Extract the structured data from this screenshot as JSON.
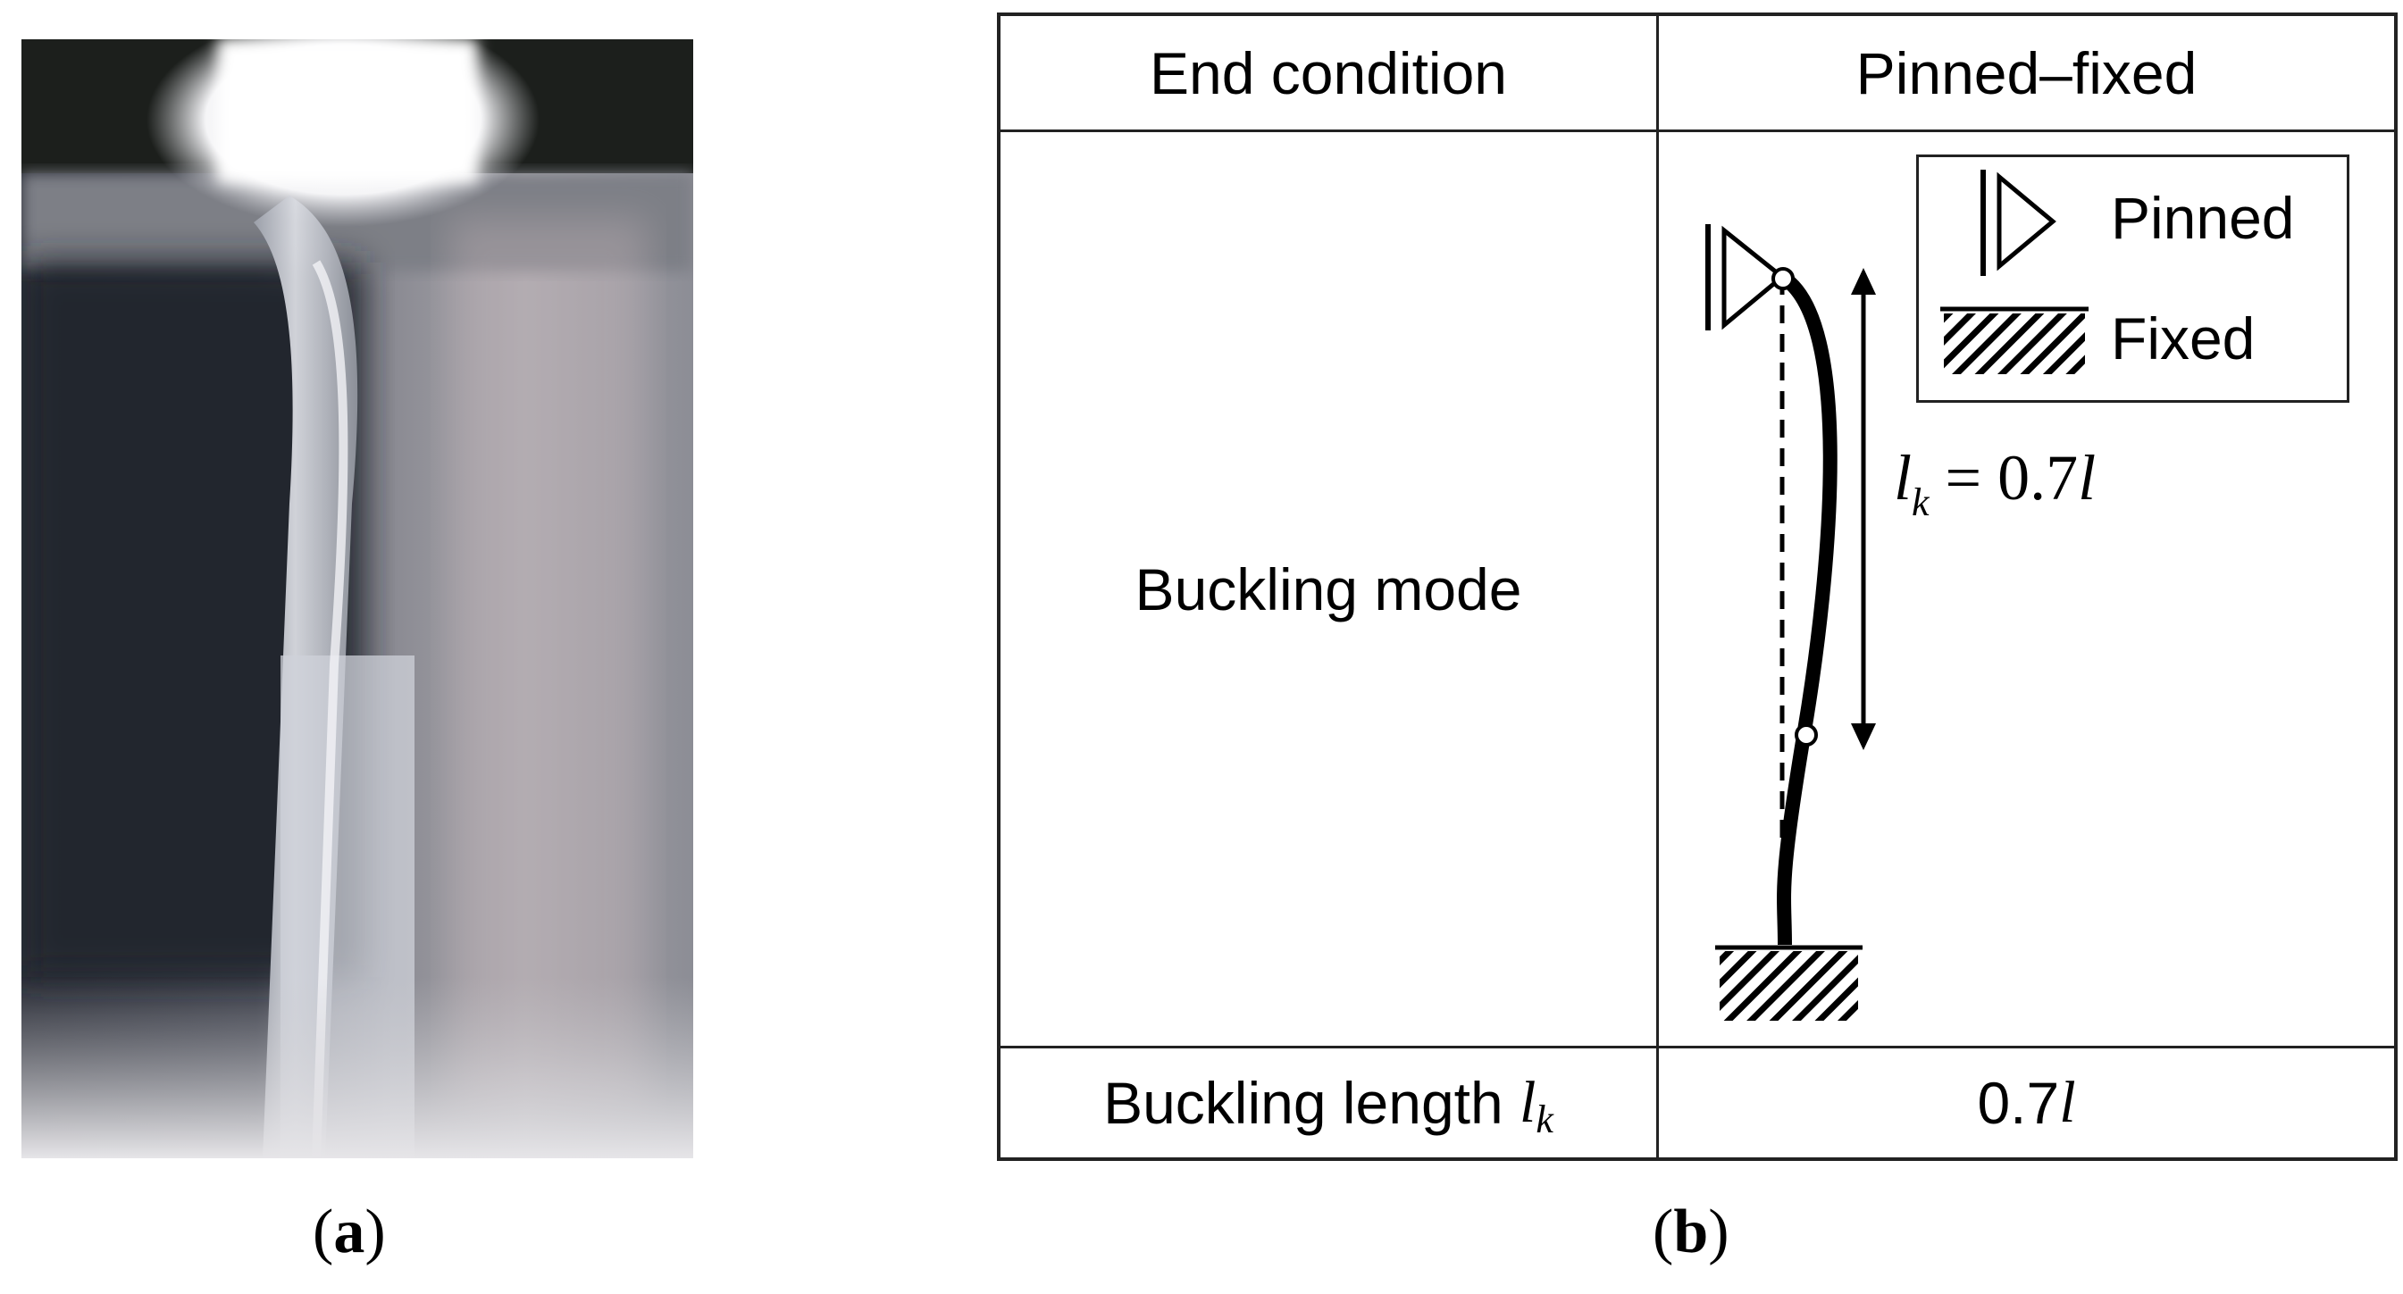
{
  "figure": {
    "label_a": "(a)",
    "label_b": "(b)",
    "table": {
      "header_left": "End condition",
      "header_right": "Pinned–fixed",
      "row1_label": "Buckling mode",
      "row2_label_text": "Buckling length ",
      "row2_label_symbol": "l",
      "row2_label_sub": "k",
      "row2_value_num": "0.7",
      "row2_value_sym": "l",
      "diagram": {
        "formula_l": "l",
        "formula_sub": "k",
        "formula_rest": " = 0.7",
        "formula_tail": "l",
        "legend_pinned": "Pinned",
        "legend_fixed": "Fixed"
      }
    }
  }
}
